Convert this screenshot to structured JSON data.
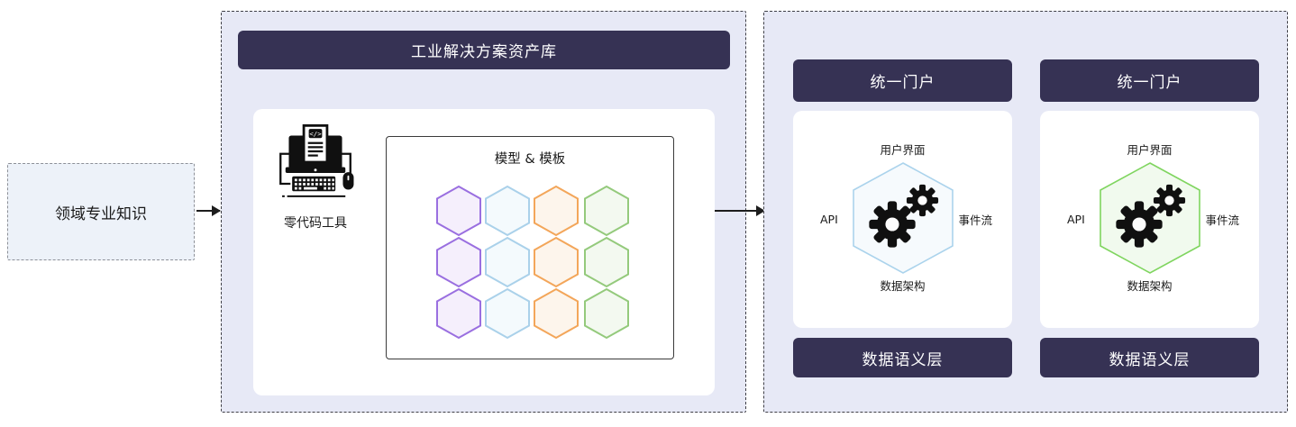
{
  "colors": {
    "container_bg": "#e7e9f6",
    "bar_bg": "#363254",
    "bar_text": "#ffffff",
    "domain_box_bg": "#edf2f9",
    "arrow": "#1d1d1d"
  },
  "domain_box": {
    "label": "领域专业知识"
  },
  "asset_library": {
    "title": "工业解决方案资产库",
    "tool": {
      "label": "零代码工具",
      "icon": "no-code-workstation-icon"
    },
    "models_box": {
      "title": "模型 & 模板",
      "grid": {
        "rows": 3,
        "columns": [
          {
            "name": "purple",
            "stroke": "#9a6fe0",
            "fill": "#f5effc"
          },
          {
            "name": "blue",
            "stroke": "#aad1ea",
            "fill": "#f4fafd"
          },
          {
            "name": "orange",
            "stroke": "#f3a65a",
            "fill": "#fdf5ec"
          },
          {
            "name": "green",
            "stroke": "#94ca7c",
            "fill": "#f3f9f0"
          }
        ]
      }
    }
  },
  "portals": [
    {
      "header": "统一门户",
      "footer": "数据语义层",
      "labels": {
        "top": "用户界面",
        "left": "API",
        "right": "事件流",
        "bottom": "数据架构"
      },
      "hex_stroke": "#abd3ec",
      "hex_fill": "#f6fafd"
    },
    {
      "header": "统一门户",
      "footer": "数据语义层",
      "labels": {
        "top": "用户界面",
        "left": "API",
        "right": "事件流",
        "bottom": "数据架构"
      },
      "hex_stroke": "#7fd55f",
      "hex_fill": "#f1faee"
    }
  ]
}
